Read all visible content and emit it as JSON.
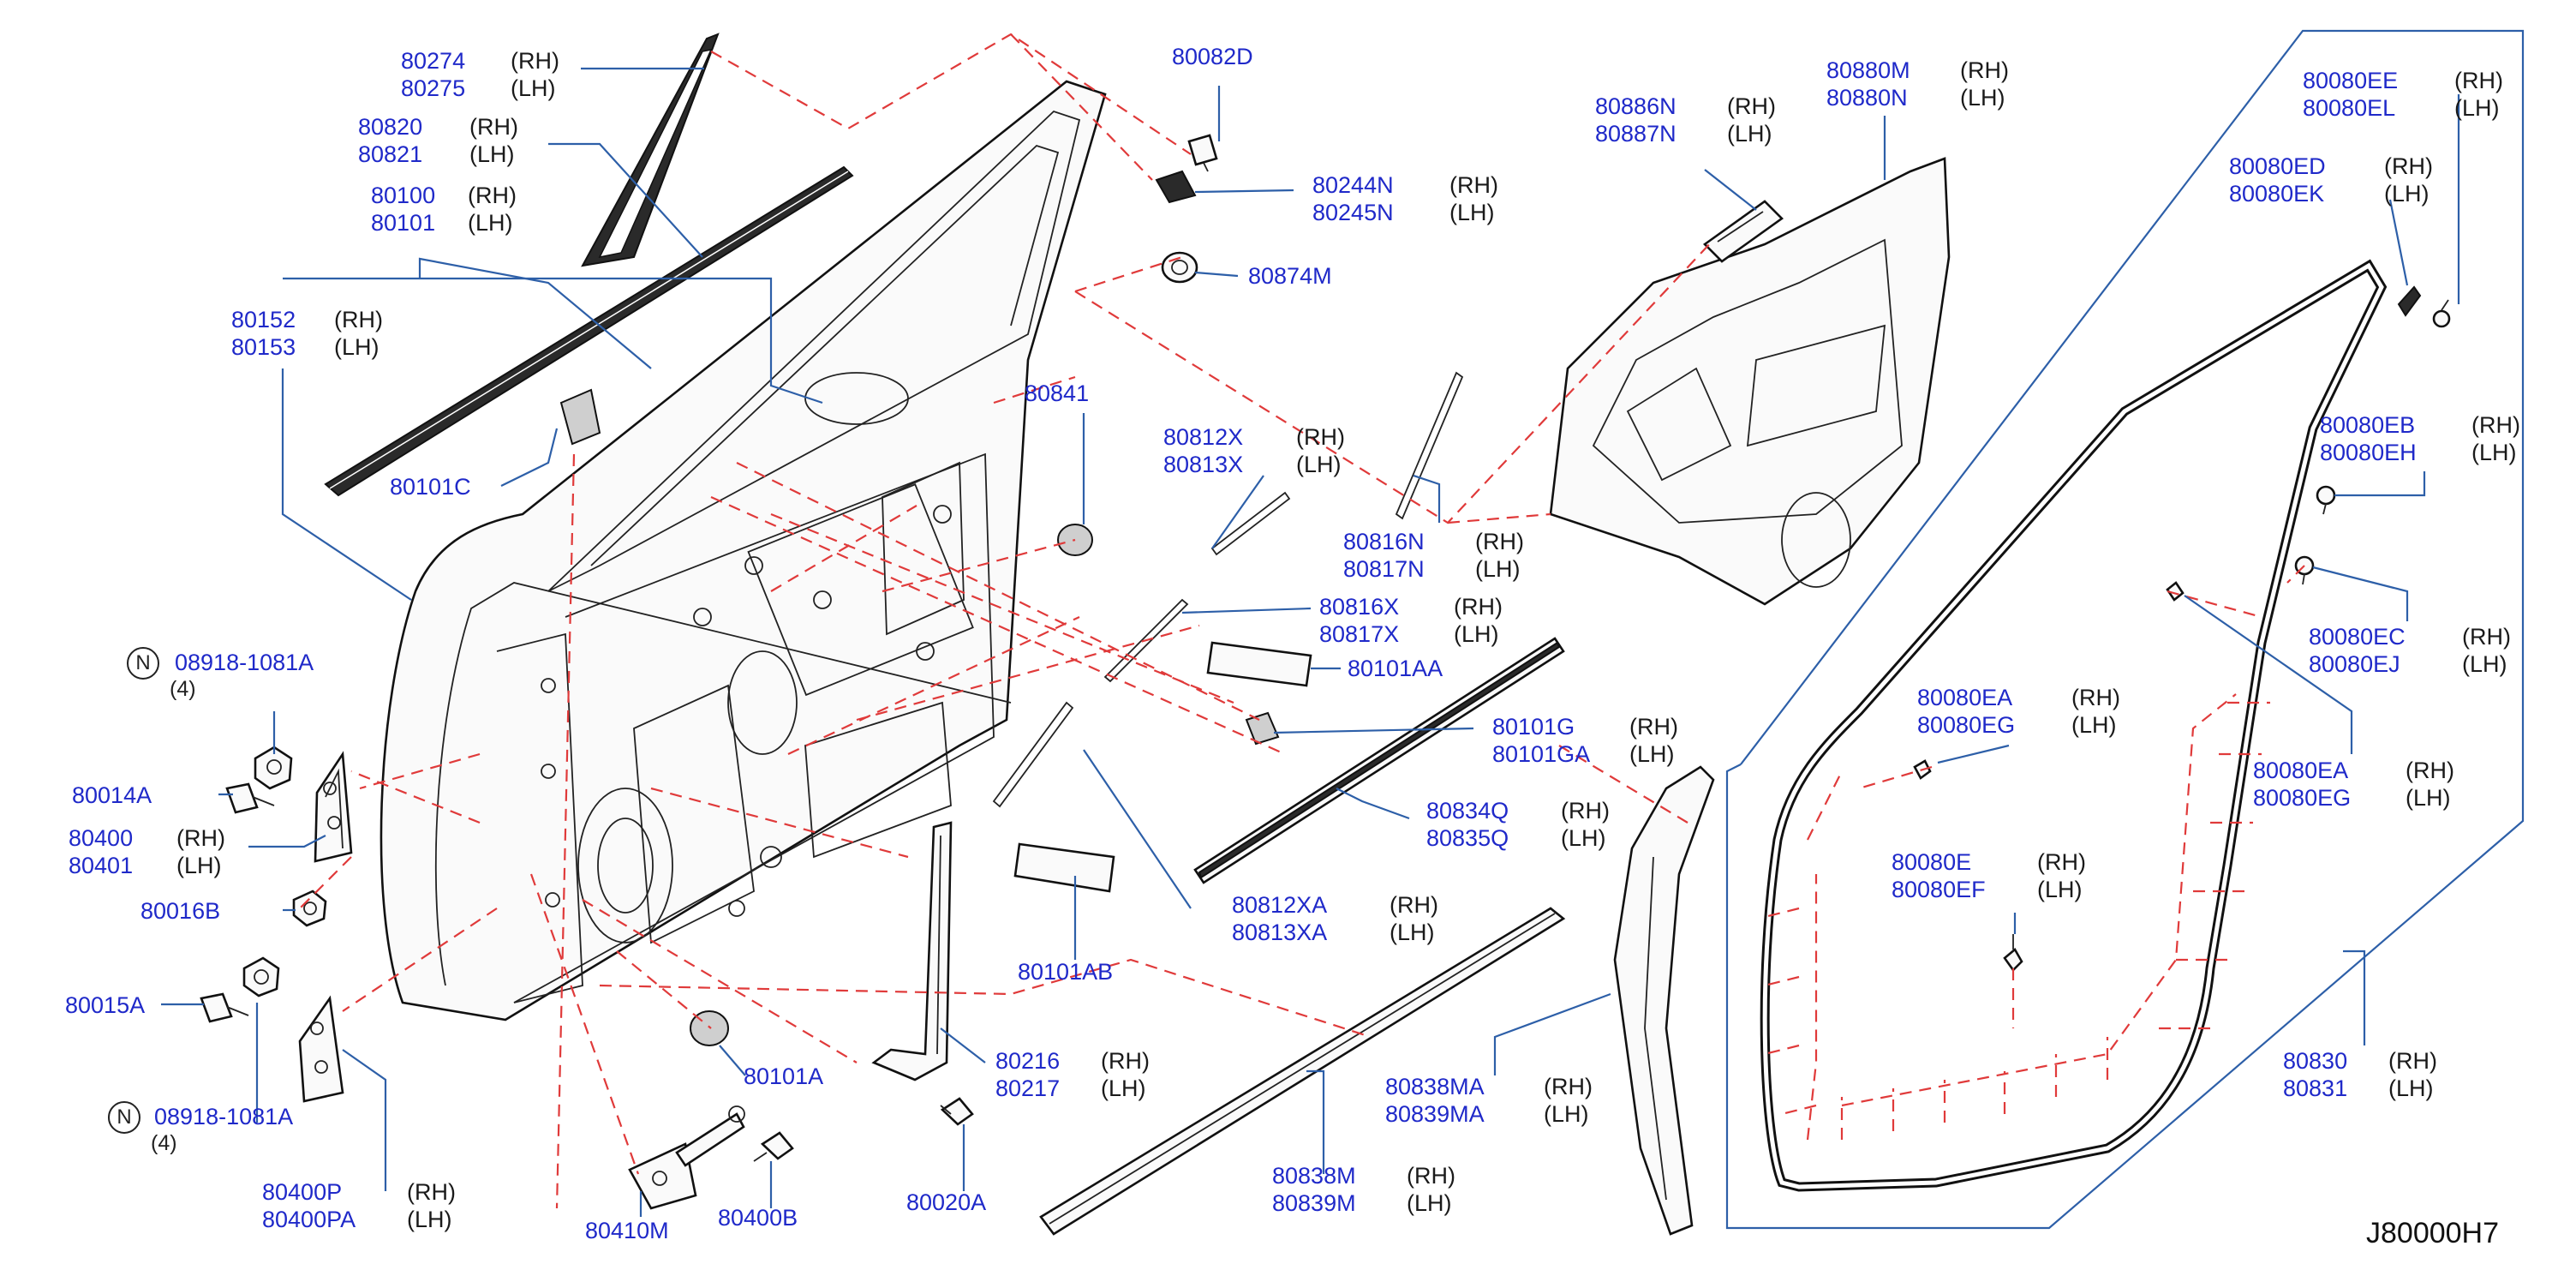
{
  "diagram_code": "J80000H7",
  "qualifier_symbol": "N",
  "side_labels": {
    "rh": "(RH)",
    "lh": "(LH)"
  },
  "callouts": {
    "c80274": {
      "parts": [
        "80274",
        "80275"
      ],
      "sides": [
        "(RH)",
        "(LH)"
      ]
    },
    "c80820": {
      "parts": [
        "80820",
        "80821"
      ],
      "sides": [
        "(RH)",
        "(LH)"
      ]
    },
    "c80100": {
      "parts": [
        "80100",
        "80101"
      ],
      "sides": [
        "(RH)",
        "(LH)"
      ]
    },
    "c80152": {
      "parts": [
        "80152",
        "80153"
      ],
      "sides": [
        "(RH)",
        "(LH)"
      ]
    },
    "c80101C": {
      "parts": [
        "80101C"
      ]
    },
    "c08918a": {
      "parts": [
        "08918-1081A"
      ],
      "qty": "(4)"
    },
    "c80014A": {
      "parts": [
        "80014A"
      ]
    },
    "c80400": {
      "parts": [
        "80400",
        "80401"
      ],
      "sides": [
        "(RH)",
        "(LH)"
      ]
    },
    "c80016B": {
      "parts": [
        "80016B"
      ]
    },
    "c80015A": {
      "parts": [
        "80015A"
      ]
    },
    "c08918b": {
      "parts": [
        "08918-1081A"
      ],
      "qty": "(4)"
    },
    "c80400P": {
      "parts": [
        "80400P",
        "80400PA"
      ],
      "sides": [
        "(RH)",
        "(LH)"
      ]
    },
    "c80410M": {
      "parts": [
        "80410M"
      ]
    },
    "c80400B": {
      "parts": [
        "80400B"
      ]
    },
    "c80020A": {
      "parts": [
        "80020A"
      ]
    },
    "c80101A": {
      "parts": [
        "80101A"
      ]
    },
    "c80216": {
      "parts": [
        "80216",
        "80217"
      ],
      "sides": [
        "(RH)",
        "(LH)"
      ]
    },
    "c80101AB": {
      "parts": [
        "80101AB"
      ]
    },
    "c80812XA": {
      "parts": [
        "80812XA",
        "80813XA"
      ],
      "sides": [
        "(RH)",
        "(LH)"
      ]
    },
    "c80838M": {
      "parts": [
        "80838M",
        "80839M"
      ],
      "sides": [
        "(RH)",
        "(LH)"
      ]
    },
    "c80838MA": {
      "parts": [
        "80838MA",
        "80839MA"
      ],
      "sides": [
        "(RH)",
        "(LH)"
      ]
    },
    "c80082D": {
      "parts": [
        "80082D"
      ]
    },
    "c80244N": {
      "parts": [
        "80244N",
        "80245N"
      ],
      "sides": [
        "(RH)",
        "(LH)"
      ]
    },
    "c80874M": {
      "parts": [
        "80874M"
      ]
    },
    "c80841": {
      "parts": [
        "80841"
      ]
    },
    "c80812X": {
      "parts": [
        "80812X",
        "80813X"
      ],
      "sides": [
        "(RH)",
        "(LH)"
      ]
    },
    "c80816N": {
      "parts": [
        "80816N",
        "80817N"
      ],
      "sides": [
        "(RH)",
        "(LH)"
      ]
    },
    "c80816X": {
      "parts": [
        "80816X",
        "80817X"
      ],
      "sides": [
        "(RH)",
        "(LH)"
      ]
    },
    "c80101AA": {
      "parts": [
        "80101AA"
      ]
    },
    "c80101G": {
      "parts": [
        "80101G",
        "80101GA"
      ],
      "sides": [
        "(RH)",
        "(LH)"
      ]
    },
    "c80834Q": {
      "parts": [
        "80834Q",
        "80835Q"
      ],
      "sides": [
        "(RH)",
        "(LH)"
      ]
    },
    "c80886N": {
      "parts": [
        "80886N",
        "80887N"
      ],
      "sides": [
        "(RH)",
        "(LH)"
      ]
    },
    "c80880M": {
      "parts": [
        "80880M",
        "80880N"
      ],
      "sides": [
        "(RH)",
        "(LH)"
      ]
    },
    "c80080EE": {
      "parts": [
        "80080EE",
        "80080EL"
      ],
      "sides": [
        "(RH)",
        "(LH)"
      ]
    },
    "c80080ED": {
      "parts": [
        "80080ED",
        "80080EK"
      ],
      "sides": [
        "(RH)",
        "(LH)"
      ]
    },
    "c80080EB": {
      "parts": [
        "80080EB",
        "80080EH"
      ],
      "sides": [
        "(RH)",
        "(LH)"
      ]
    },
    "c80080EC": {
      "parts": [
        "80080EC",
        "80080EJ"
      ],
      "sides": [
        "(RH)",
        "(LH)"
      ]
    },
    "c80080EAr": {
      "parts": [
        "80080EA",
        "80080EG"
      ],
      "sides": [
        "(RH)",
        "(LH)"
      ]
    },
    "c80080EAl": {
      "parts": [
        "80080EA",
        "80080EG"
      ],
      "sides": [
        "(RH)",
        "(LH)"
      ]
    },
    "c80080E": {
      "parts": [
        "80080E",
        "80080EF"
      ],
      "sides": [
        "(RH)",
        "(LH)"
      ]
    },
    "c80830": {
      "parts": [
        "80830",
        "80831"
      ],
      "sides": [
        "(RH)",
        "(LH)"
      ]
    }
  }
}
